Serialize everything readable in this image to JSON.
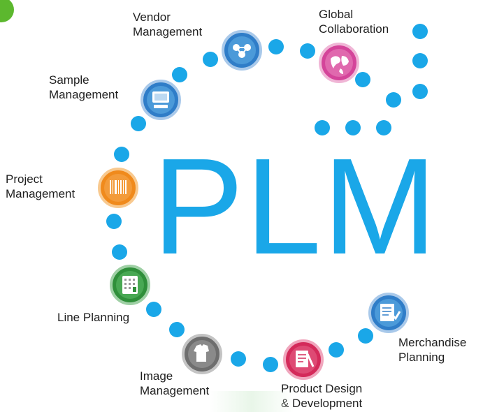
{
  "center_text": "PLM",
  "nodes": [
    {
      "id": "vendor",
      "label": "Vendor\nManagement",
      "icon": "network-people-icon",
      "color": "#2f7dc8"
    },
    {
      "id": "global",
      "label": "Global\nCollaboration",
      "icon": "globe-icon",
      "color": "#d4449a"
    },
    {
      "id": "sample",
      "label": "Sample\nManagement",
      "icon": "computer-icon",
      "color": "#2f7dc8"
    },
    {
      "id": "project",
      "label": "Project\nManagement",
      "icon": "barcode-icon",
      "color": "#f08a1c"
    },
    {
      "id": "line",
      "label": "Line Planning",
      "icon": "calendar-icon",
      "color": "#2f8f3a"
    },
    {
      "id": "image",
      "label": "Image\nManagement",
      "icon": "clothing-icon",
      "color": "#6e6e6e"
    },
    {
      "id": "product",
      "label": "Product Design\n& Development",
      "icon": "document-pen-icon",
      "color": "#d42a5a"
    },
    {
      "id": "merch",
      "label": "Merchandise\nPlanning",
      "icon": "checklist-icon",
      "color": "#2f7dc8"
    }
  ],
  "colors": {
    "accent": "#1aa7e8",
    "text": "#1f1f1f",
    "green_corner": "#5cb82e"
  }
}
